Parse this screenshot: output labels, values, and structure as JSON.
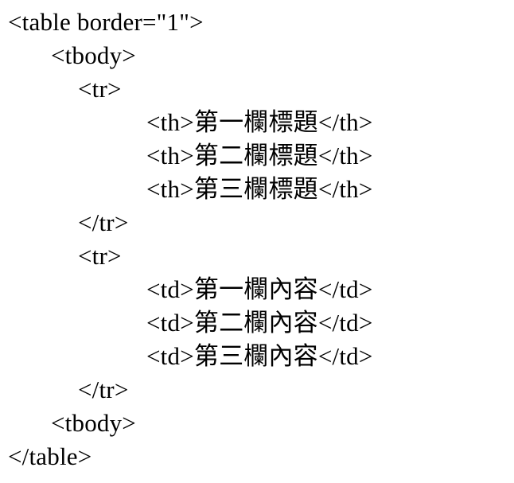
{
  "code": {
    "language": "html",
    "lines": [
      {
        "indent": 0,
        "text": "<table border=\"1\">"
      },
      {
        "indent": 1,
        "text": "<tbody>"
      },
      {
        "indent": 2,
        "text": "<tr>"
      },
      {
        "indent": 3,
        "text": "<th>第一欄標題</th>"
      },
      {
        "indent": 3,
        "text": "<th>第二欄標題</th>"
      },
      {
        "indent": 3,
        "text": "<th>第三欄標題</th>"
      },
      {
        "indent": 2,
        "text": "</tr>"
      },
      {
        "indent": 2,
        "text": "<tr>"
      },
      {
        "indent": 3,
        "text": "<td>第一欄內容</td>"
      },
      {
        "indent": 3,
        "text": "<td>第二欄內容</td>"
      },
      {
        "indent": 3,
        "text": "<td>第三欄內容</td>"
      },
      {
        "indent": 2,
        "text": "</tr>"
      },
      {
        "indent": 1,
        "text": "<tbody>"
      },
      {
        "indent": 0,
        "text": "</table>"
      }
    ],
    "colors": {
      "background": "#ffffff",
      "text": "#000000"
    }
  }
}
